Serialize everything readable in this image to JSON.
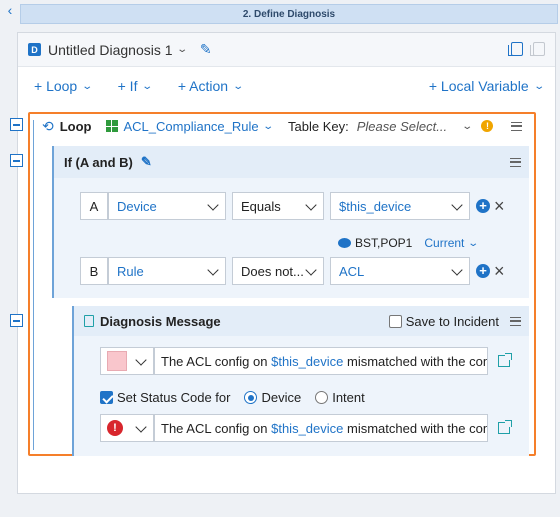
{
  "step": {
    "label": "2. Define Diagnosis"
  },
  "diagnosis": {
    "title": "Untitled Diagnosis 1"
  },
  "actions": {
    "loop": "+ Loop",
    "if": "+ If",
    "action": "+ Action",
    "local_variable": "+ Local Variable"
  },
  "loop": {
    "label": "Loop",
    "rule": "ACL_Compliance_Rule",
    "table_key_label": "Table Key:",
    "table_key_placeholder": "Please Select..."
  },
  "if_block": {
    "label": "If (A and B)",
    "conditions": [
      {
        "letter": "A",
        "field": "Device",
        "operator": "Equals",
        "value": "$this_device"
      },
      {
        "letter": "B",
        "field": "Rule",
        "operator": "Does not...",
        "value": "ACL"
      }
    ],
    "context_device": "BST,POP1",
    "context_scope": "Current"
  },
  "diag_message": {
    "label": "Diagnosis Message",
    "save_to_incident": "Save to Incident",
    "message_prefix": "The ACL config on",
    "message_var": "$this_device",
    "message_suffix": "mismatched with the comp",
    "set_status_label": "Set Status Code for",
    "radio_device": "Device",
    "radio_intent": "Intent",
    "swatch_color": "#f9c6cc",
    "error_color": "#d8262d"
  },
  "colors": {
    "accent": "#1f73c7",
    "highlight": "#f57f2a"
  }
}
